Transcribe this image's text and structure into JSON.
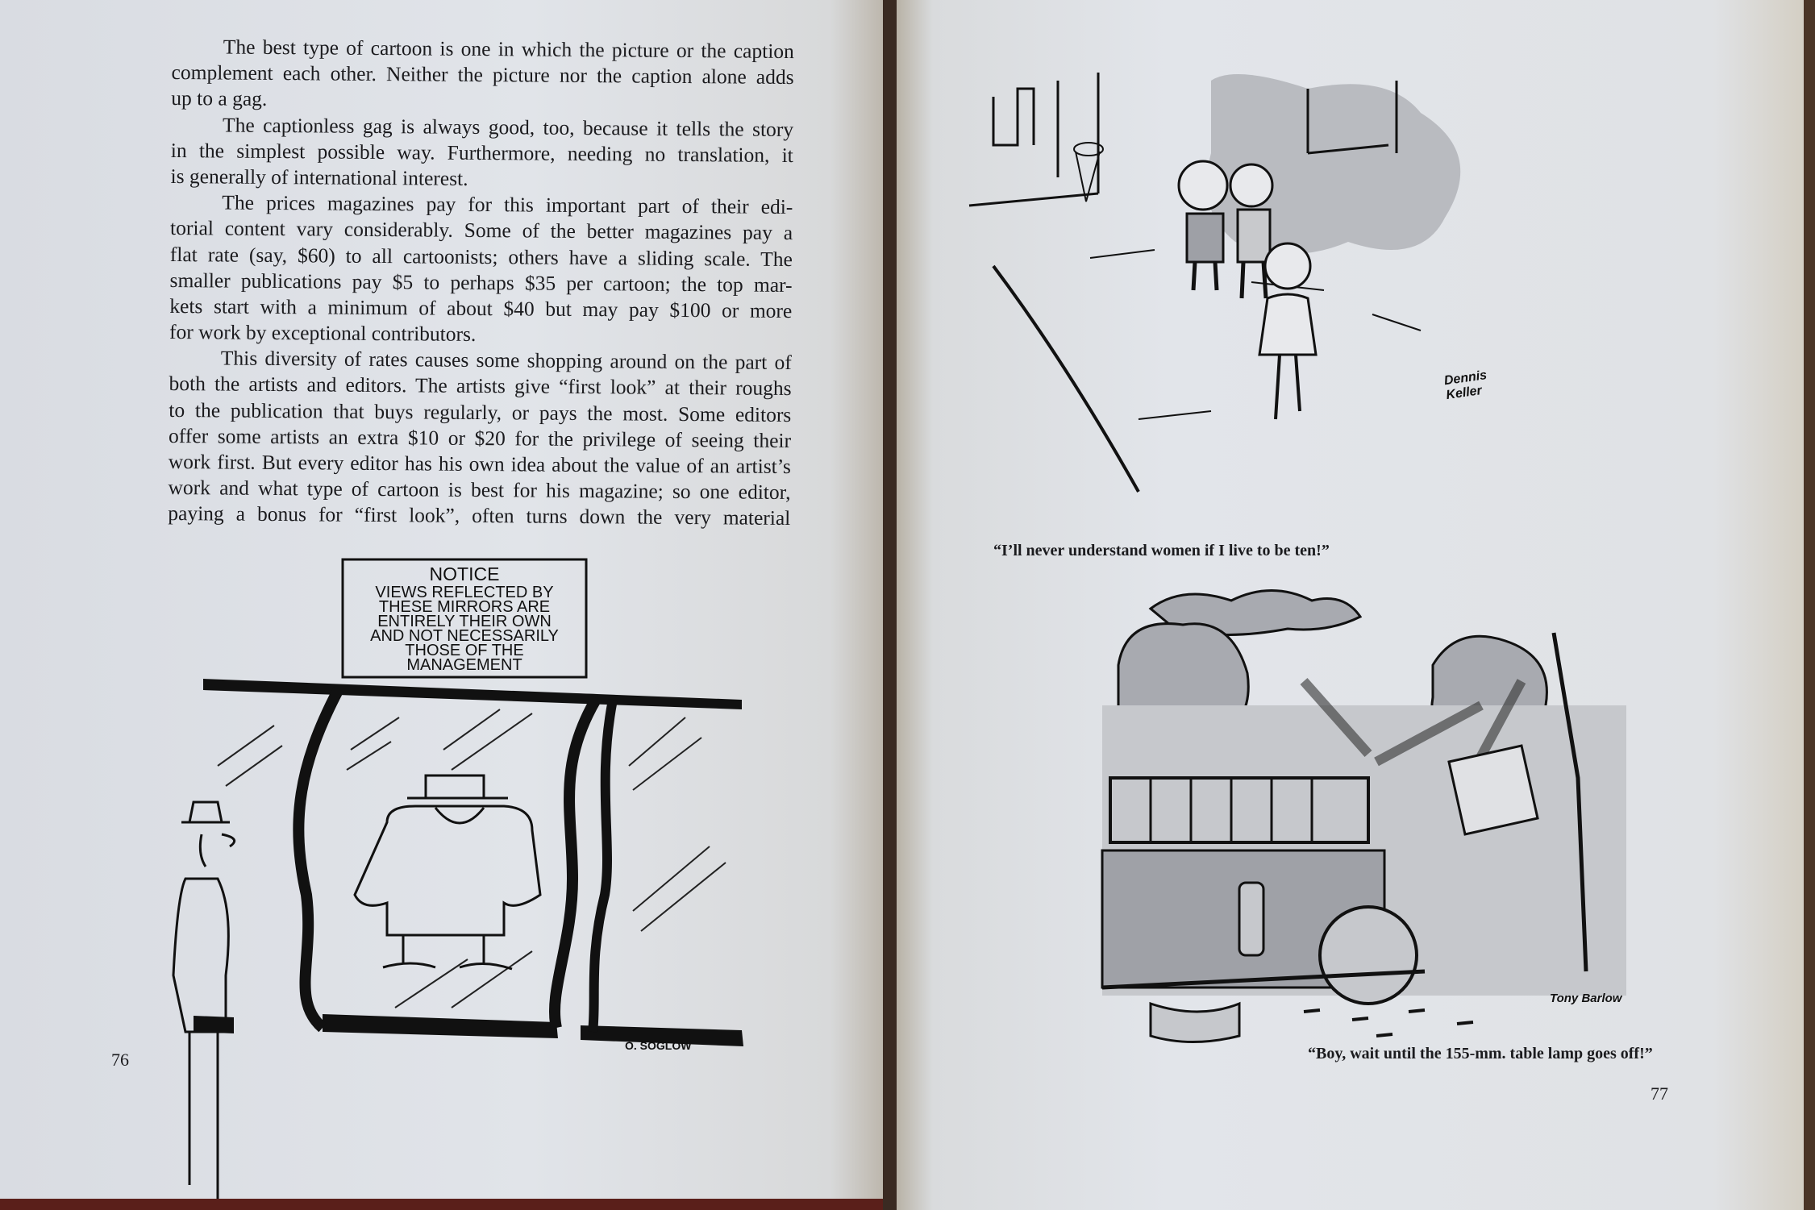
{
  "left_page": {
    "paragraphs": [
      {
        "lines": [
          "The best type of cartoon is one in which the picture or the caption",
          "complement each other. Neither the picture nor the caption alone adds",
          "up to a gag."
        ]
      },
      {
        "lines": [
          "The captionless gag is always good, too, because it tells the story",
          "in the simplest possible way. Furthermore, needing no translation, it",
          "is generally of international interest."
        ]
      },
      {
        "lines": [
          "The prices magazines pay for this important part of their edi-",
          "torial content vary considerably. Some of the better magazines pay a",
          "flat rate (say, $60) to all cartoonists; others have a sliding scale. The",
          "smaller publications pay $5 to perhaps $35 per cartoon; the top mar-",
          "kets start with a minimum of about $40 but may pay $100 or more",
          "for work by exceptional contributors."
        ]
      },
      {
        "lines": [
          "This diversity of rates causes some shopping around on the part of",
          "both the artists and editors. The artists give “first look” at their roughs",
          "to the publication that buys regularly, or pays the most. Some editors",
          "offer some artists an extra $10 or $20 for the privilege of seeing their",
          "work first. But every editor has his own idea about the value of an artist’s",
          "work and what type of cartoon is best for his magazine; so one editor,",
          "paying a bonus for “first look”, often turns down the very material"
        ]
      }
    ],
    "cartoon": {
      "sign_lines": [
        "NOTICE",
        "VIEWS REFLECTED BY",
        "THESE MIRRORS ARE",
        "ENTIRELY THEIR OWN",
        "AND NOT NECESSARILY",
        "THOSE OF THE",
        "MANAGEMENT"
      ],
      "signature": "O. SOGLOW"
    },
    "page_number": "76"
  },
  "right_page": {
    "cartoon_top": {
      "caption": "“I’ll never understand women if I live to be ten!”",
      "signature": "Dennis Keller"
    },
    "cartoon_bottom": {
      "caption": "“Boy, wait until the 155-mm. table lamp goes off!”",
      "signature": "Tony Barlow"
    },
    "page_number": "77"
  }
}
